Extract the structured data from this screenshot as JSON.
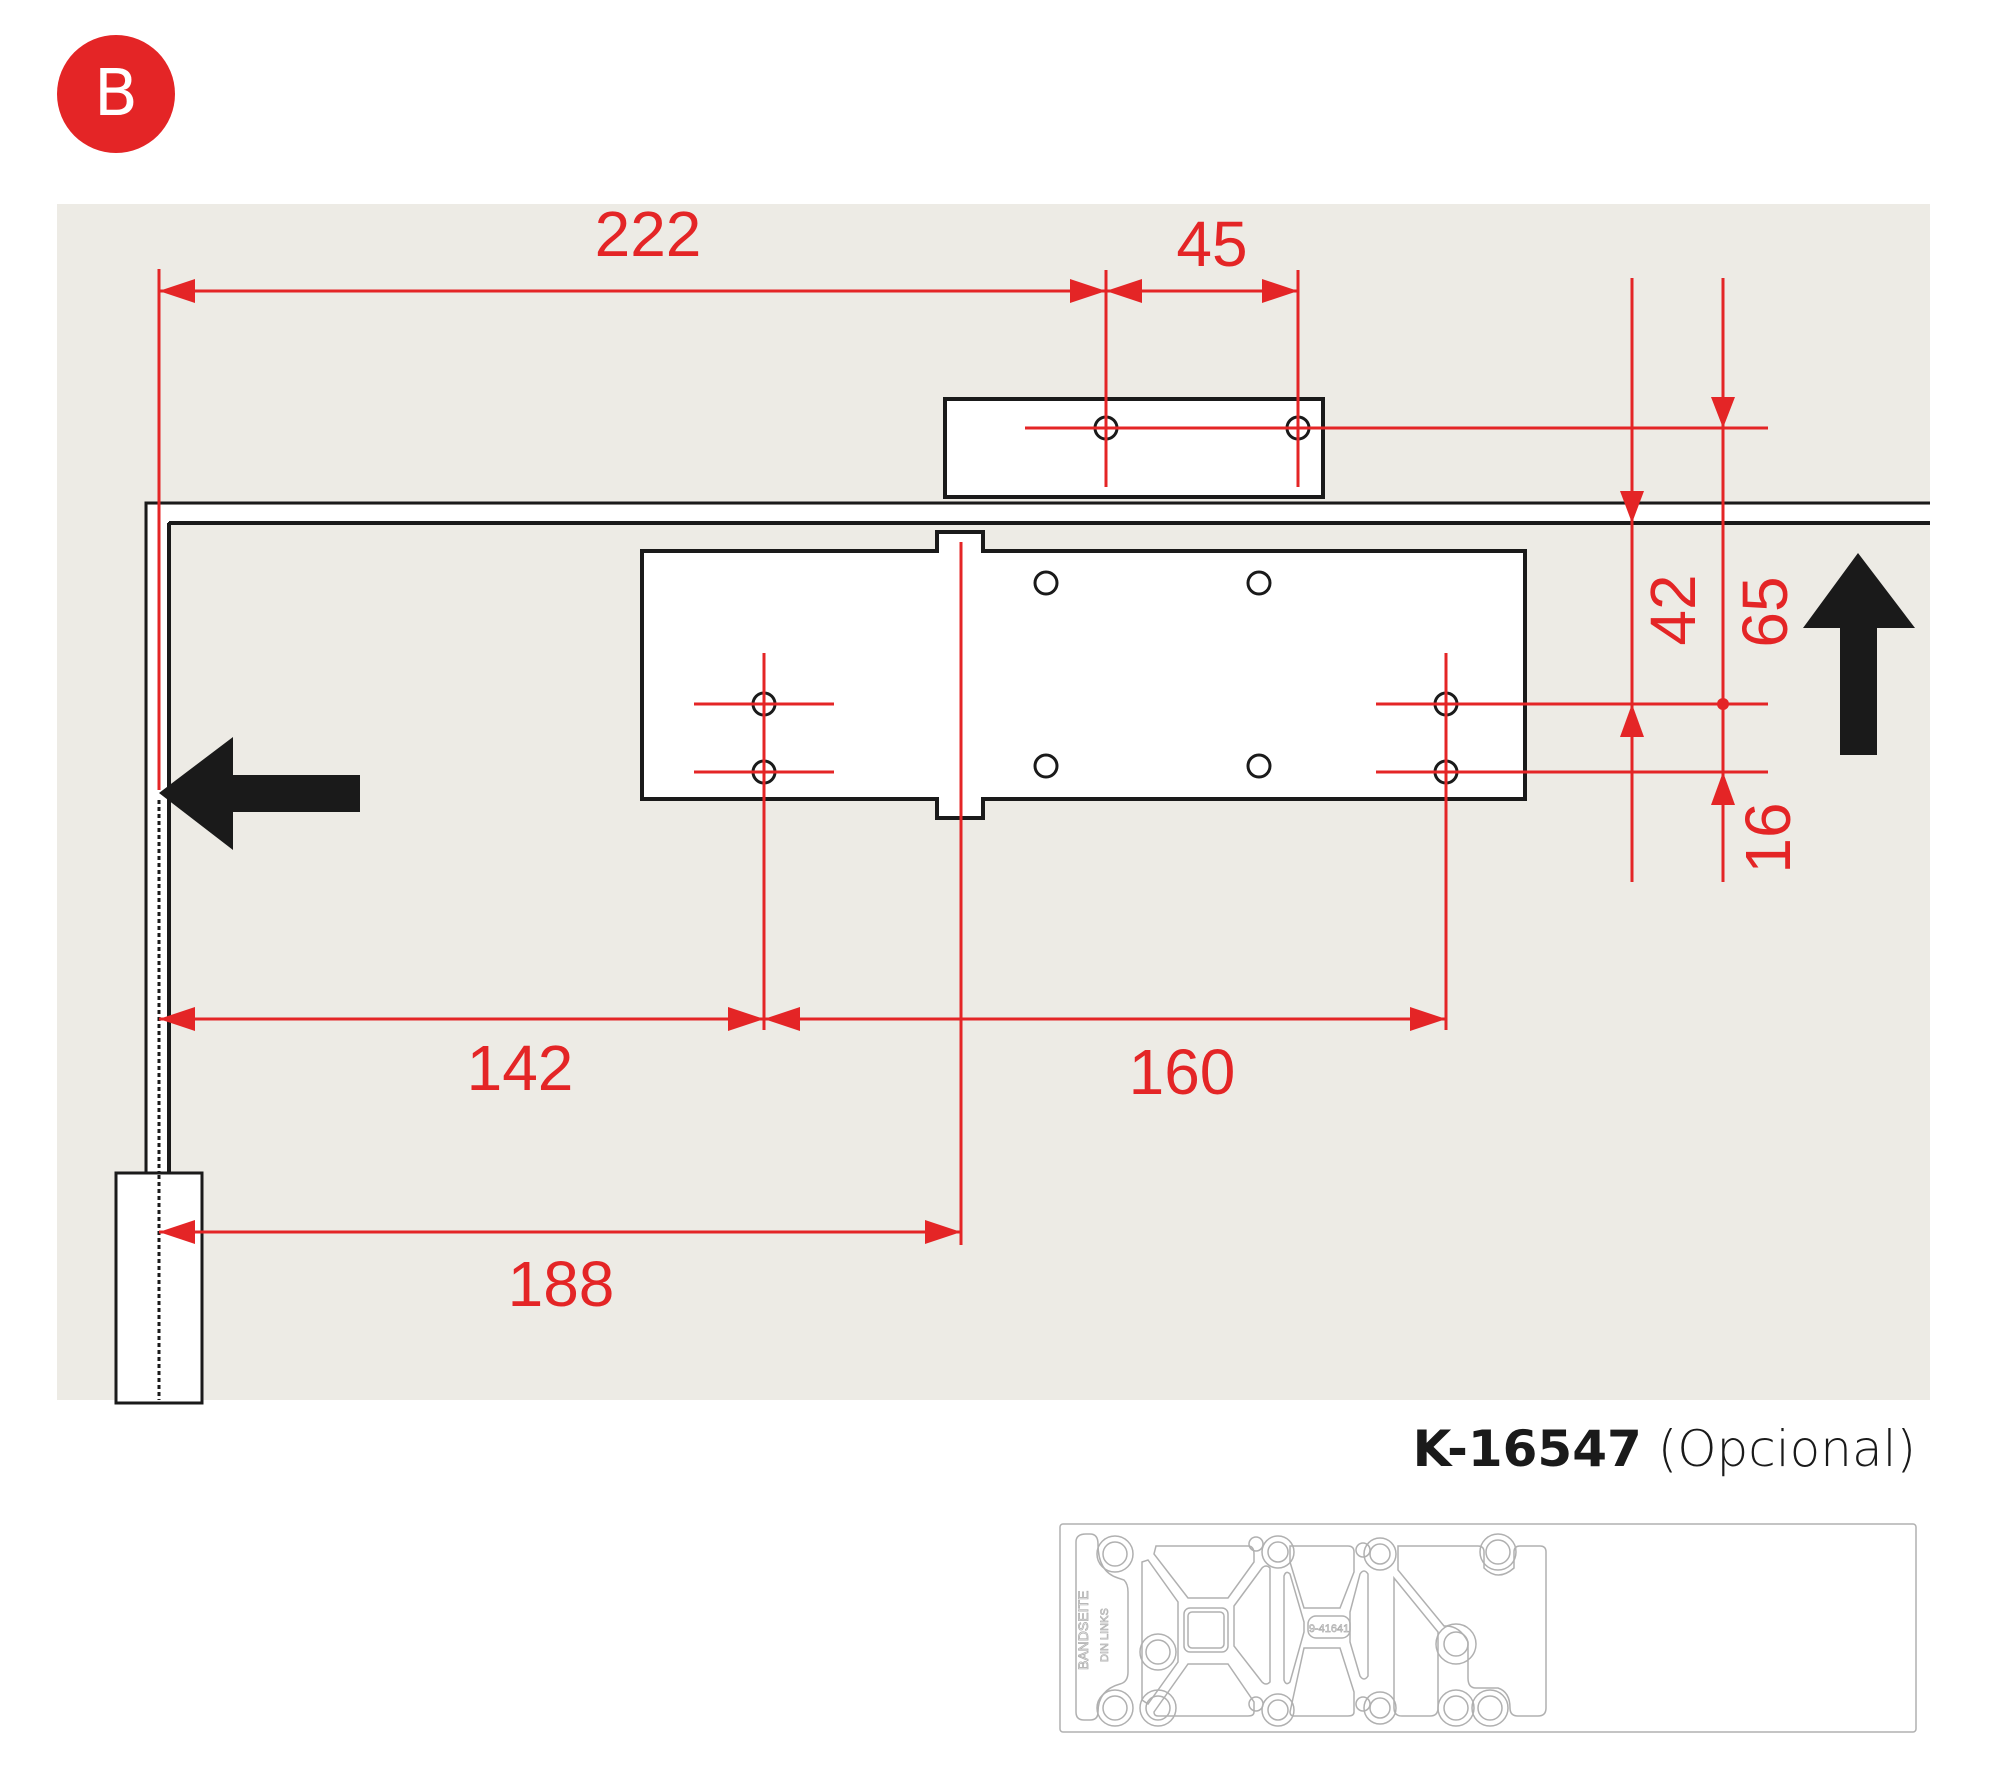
{
  "badge": {
    "label": "B",
    "color": "#e42526"
  },
  "dimensions": {
    "d222": "222",
    "d45": "45",
    "d42": "42",
    "d65": "65",
    "d16": "16",
    "d142": "142",
    "d160": "160",
    "d188": "188"
  },
  "colors": {
    "dimension": "#e42526",
    "panel": "#edebe5",
    "outline": "#1a1a1a"
  },
  "icons": {
    "left_arrow": "arrow-left-icon",
    "up_arrow": "arrow-up-icon"
  },
  "caption": {
    "code": "K-16547",
    "note": "(Opcional)"
  },
  "mounting_plate": {
    "side_label": "BANDSEITE",
    "din_label": "DIN LINKS",
    "part_number": "9-41641"
  }
}
